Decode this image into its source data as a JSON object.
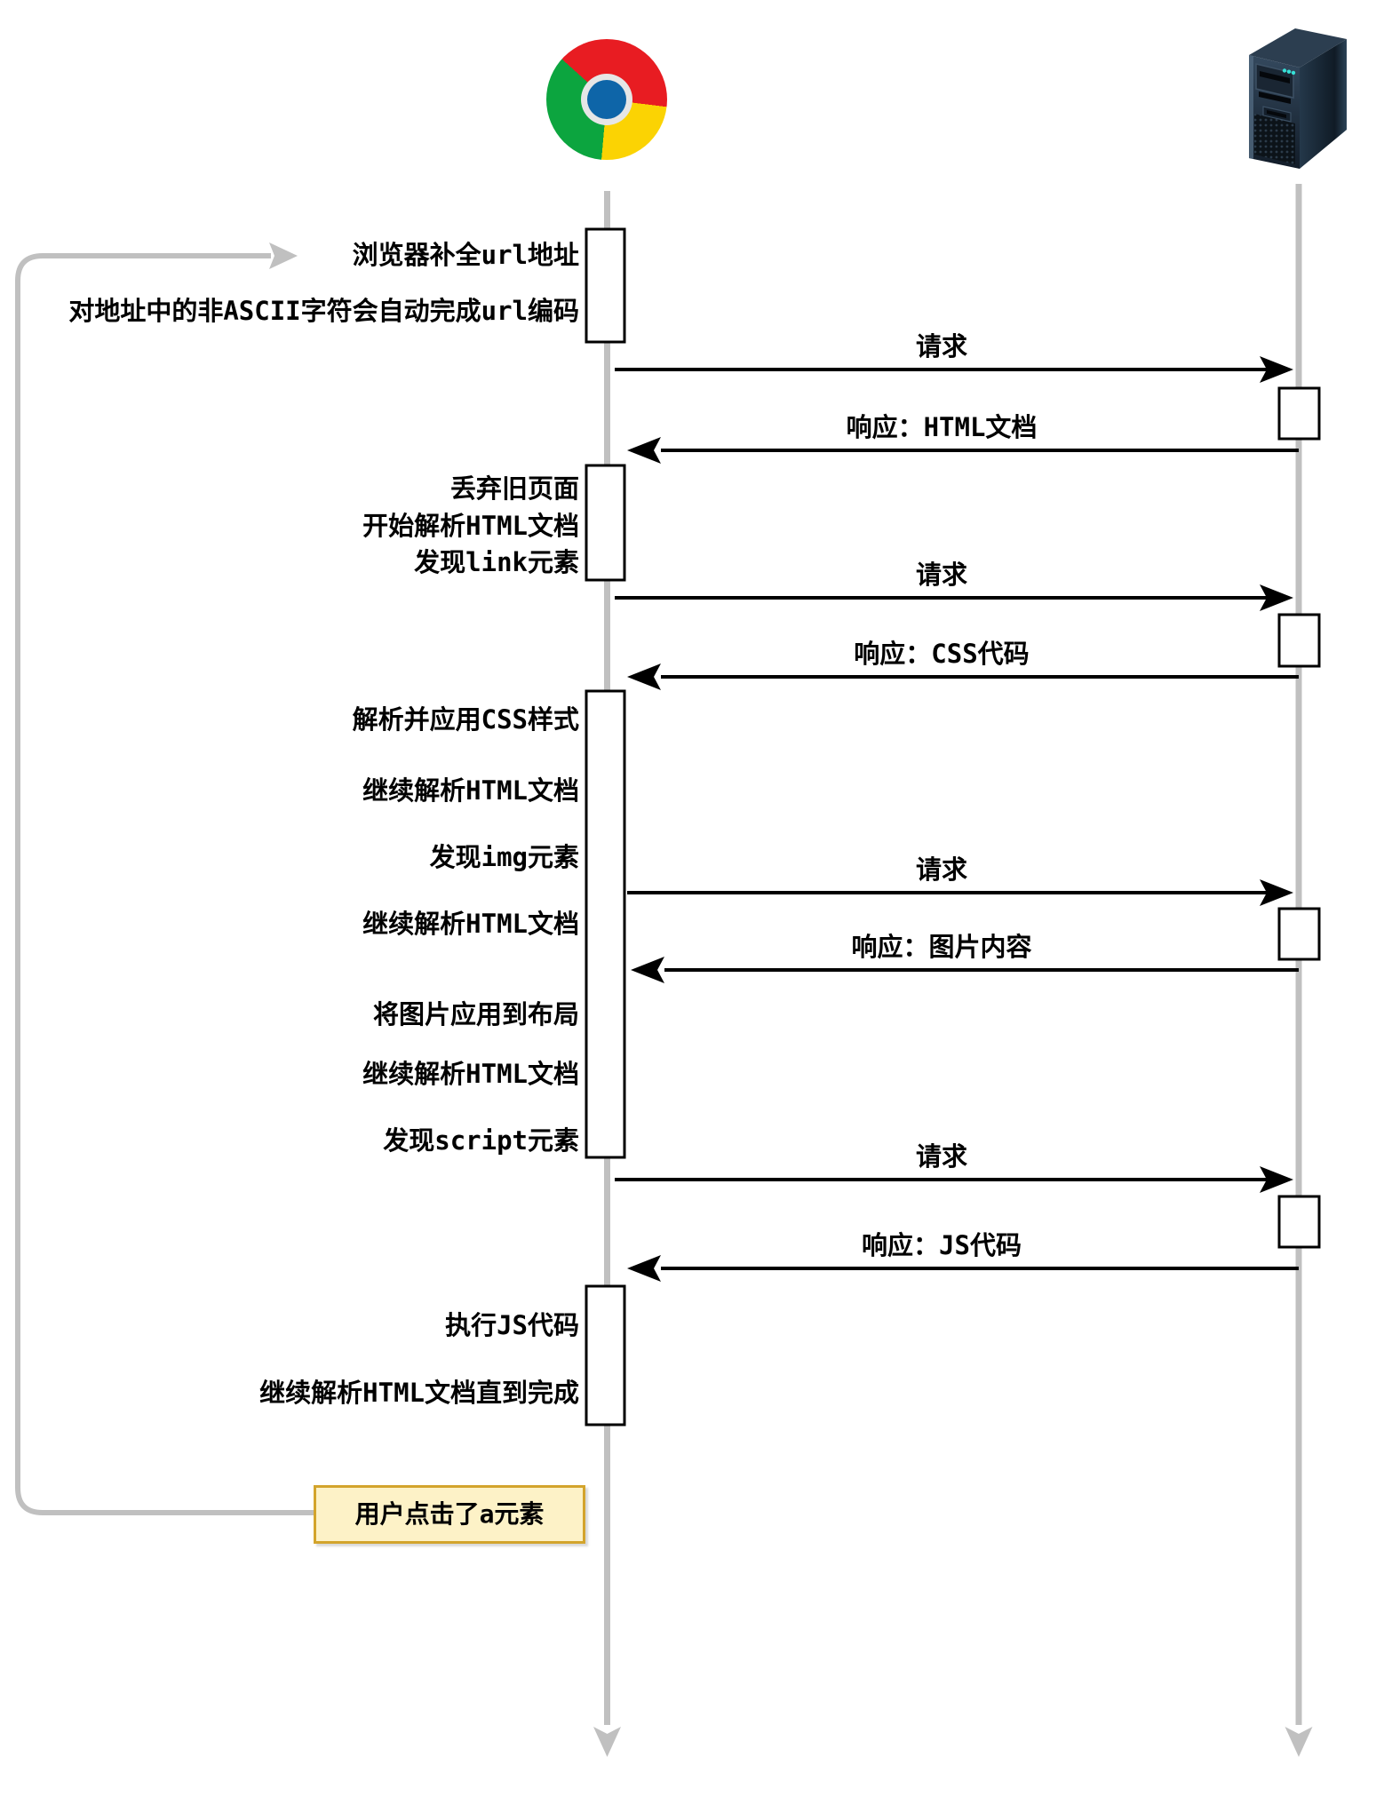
{
  "actors": {
    "browser": {
      "icon": "chrome-logo"
    },
    "server": {
      "icon": "server-tower"
    }
  },
  "annotations": [
    {
      "label": "浏览器补全url地址"
    },
    {
      "label": "对地址中的非ASCII字符会自动完成url编码"
    },
    {
      "label": "丢弃旧页面"
    },
    {
      "label": "开始解析HTML文档"
    },
    {
      "label": "发现link元素"
    },
    {
      "label": "解析并应用CSS样式"
    },
    {
      "label": "继续解析HTML文档"
    },
    {
      "label": "发现img元素"
    },
    {
      "label": "继续解析HTML文档"
    },
    {
      "label": "将图片应用到布局"
    },
    {
      "label": "继续解析HTML文档"
    },
    {
      "label": "发现script元素"
    },
    {
      "label": "执行JS代码"
    },
    {
      "label": "继续解析HTML文档直到完成"
    }
  ],
  "messages": [
    {
      "label": "请求",
      "direction": "request"
    },
    {
      "label": "响应：HTML文档",
      "direction": "response"
    },
    {
      "label": "请求",
      "direction": "request"
    },
    {
      "label": "响应：CSS代码",
      "direction": "response"
    },
    {
      "label": "请求",
      "direction": "request"
    },
    {
      "label": "响应：图片内容",
      "direction": "response"
    },
    {
      "label": "请求",
      "direction": "request"
    },
    {
      "label": "响应：JS代码",
      "direction": "response"
    }
  ],
  "note": {
    "label": "用户点击了a元素"
  },
  "colors": {
    "lifeline": "#c0c0c0",
    "message": "#000000",
    "activation_border": "#000000",
    "activation_fill": "#ffffff",
    "note_fill": "#fdf2c7",
    "note_border": "#d3a42c",
    "chrome_red": "#e81c22",
    "chrome_yellow": "#fbd303",
    "chrome_green": "#0ca53f",
    "chrome_blue": "#0e65a8"
  }
}
